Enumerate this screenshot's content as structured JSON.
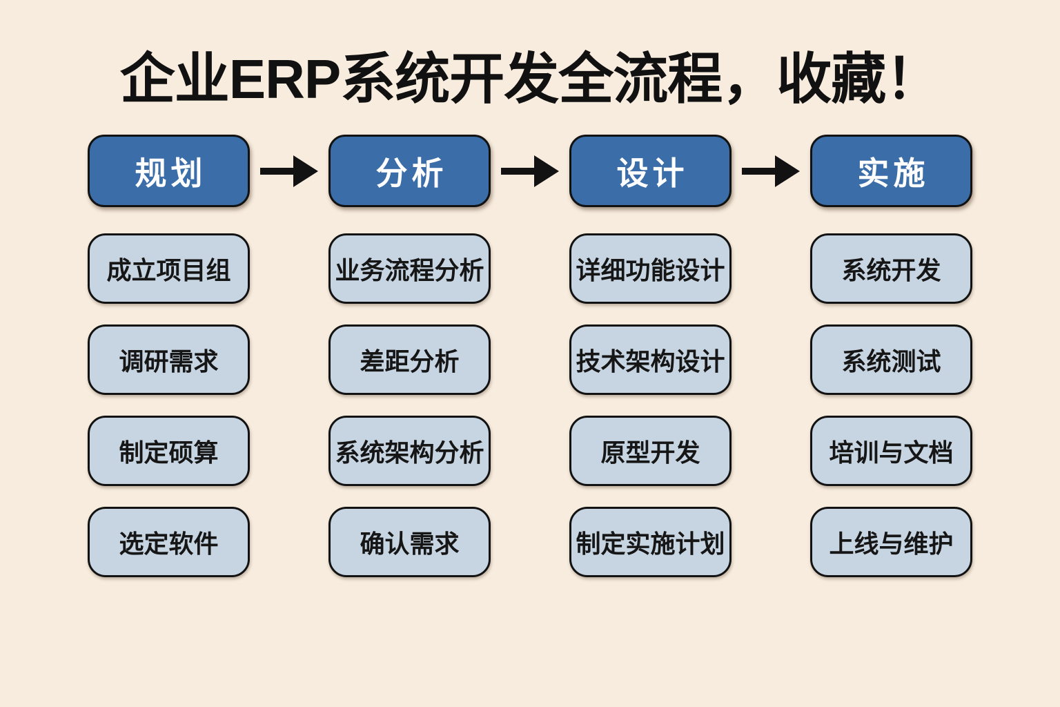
{
  "title": "企业ERP系统开发全流程，收藏！",
  "colors": {
    "background": "#f7ecde",
    "header_fill": "#3b6da9",
    "header_text": "#ffffff",
    "step_fill": "#c7d5e2",
    "outline": "#121212",
    "arrow": "#121212",
    "title_color": "#111111"
  },
  "flow": {
    "arrow_icon": "right-arrow",
    "stages": [
      {
        "label": "规划",
        "steps": [
          "成立项目组",
          "调研需求",
          "制定硕算",
          "选定软件"
        ]
      },
      {
        "label": "分析",
        "steps": [
          "业务流程分析",
          "差距分析",
          "系统架构分析",
          "确认需求"
        ]
      },
      {
        "label": "设计",
        "steps": [
          "详细功能设计",
          "技术架构设计",
          "原型开发",
          "制定实施计划"
        ]
      },
      {
        "label": "实施",
        "steps": [
          "系统开发",
          "系统测试",
          "培训与文档",
          "上线与维护"
        ]
      }
    ]
  }
}
